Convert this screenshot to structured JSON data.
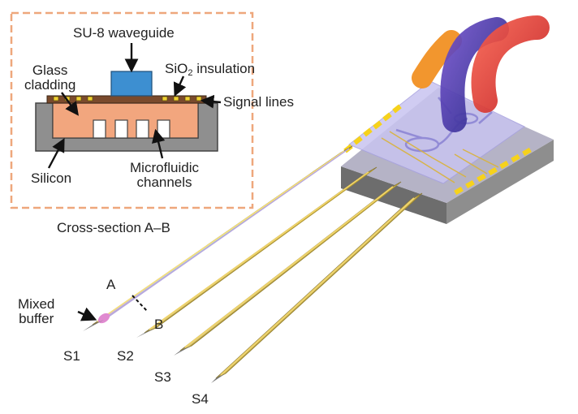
{
  "inset": {
    "caption": "Cross-section A–B",
    "labels": {
      "waveguide": "SU-8 waveguide",
      "glass_l1": "Glass",
      "glass_l2": "cladding",
      "sio2_pre": "SiO",
      "sio2_sub": "2",
      "sio2_post": " insulation",
      "signal": "Signal lines",
      "silicon": "Silicon",
      "micro_l1": "Microfluidic",
      "micro_l2": "channels"
    }
  },
  "device": {
    "cut_a": "A",
    "cut_b": "B",
    "mixed_l1": "Mixed",
    "mixed_l2": "buffer",
    "shanks": [
      "S1",
      "S2",
      "S3",
      "S4"
    ]
  },
  "colors": {
    "inset_border": "#eea77c",
    "silicon": "#8f8f8f",
    "cladding": "#f2a67e",
    "waveguide": "#3d8fd1",
    "signal_pads": "#f1d232",
    "insulation": "#7a4a2c",
    "body_top": "#b5b3c6",
    "body_side": "#8a8a8a",
    "glass": "#c8c4f0",
    "pads": "#f6d21c",
    "tube_red": "#e63a35",
    "tube_blue": "#4a3bb0",
    "tube_orange": "#f2962e"
  }
}
